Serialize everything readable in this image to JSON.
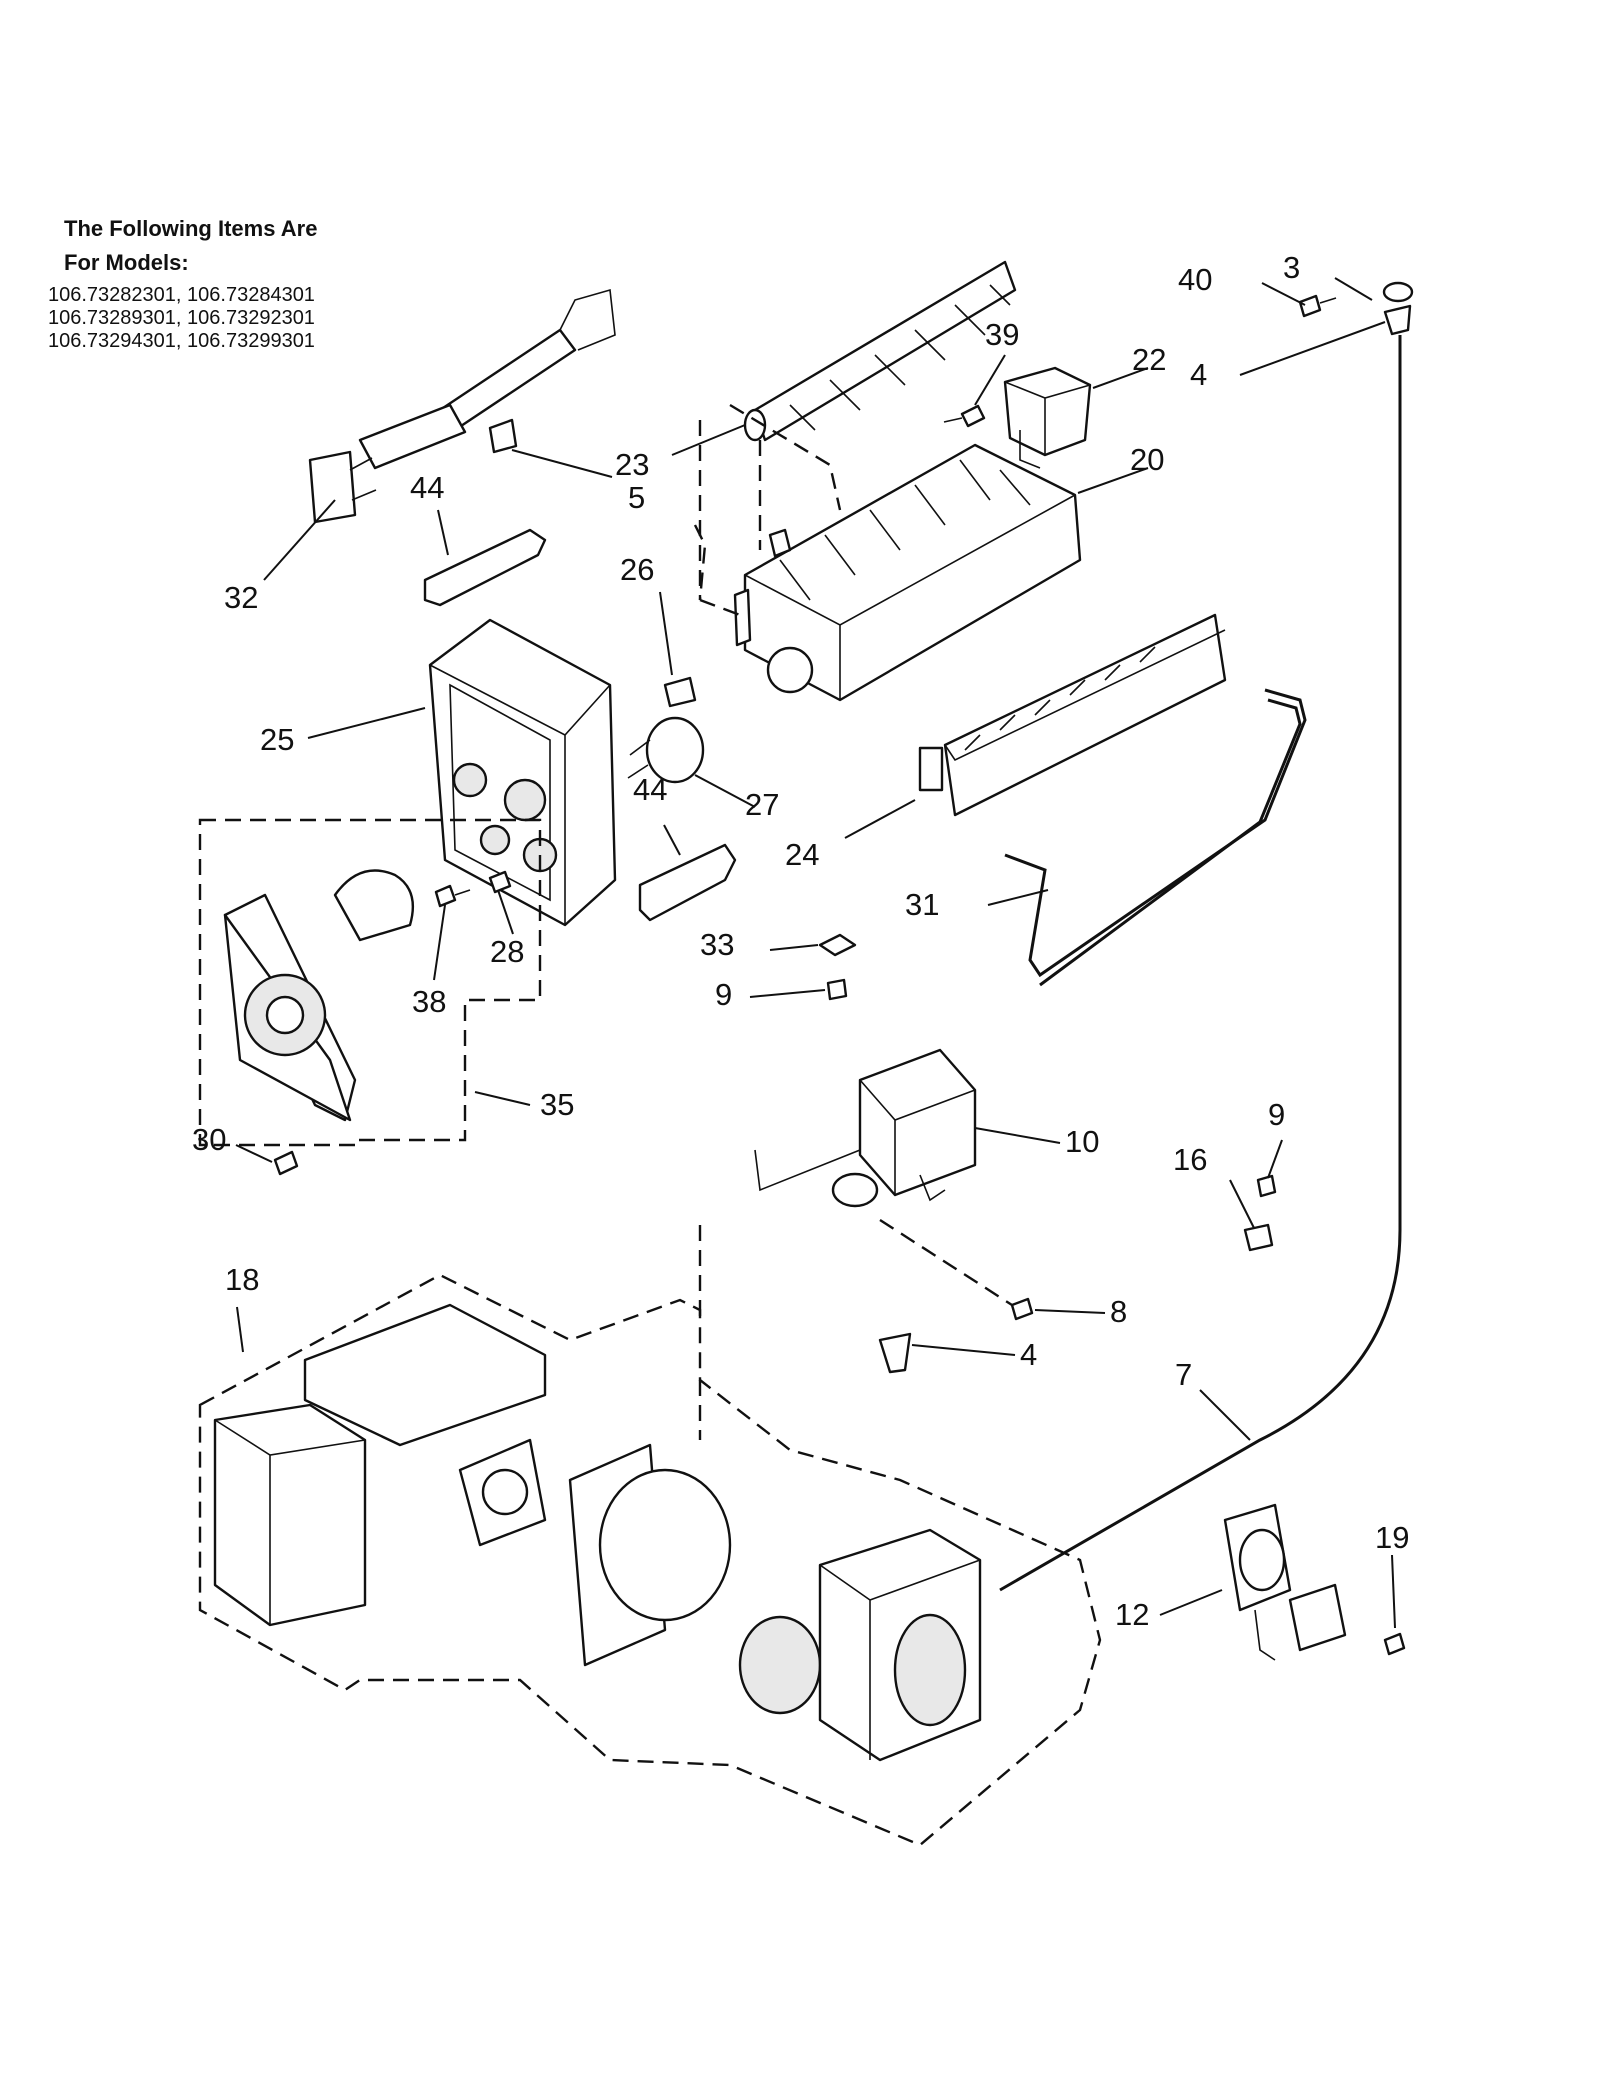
{
  "header": {
    "line1": "The Following Items Are",
    "line2": "For Models:"
  },
  "models": [
    "106.73282301, 106.73284301",
    "106.73289301, 106.73292301",
    "106.73294301, 106.73299301"
  ],
  "callouts": [
    {
      "id": "c3",
      "text": "3"
    },
    {
      "id": "c40",
      "text": "40"
    },
    {
      "id": "c4a",
      "text": "4"
    },
    {
      "id": "c39",
      "text": "39"
    },
    {
      "id": "c22",
      "text": "22"
    },
    {
      "id": "c23",
      "text": "23"
    },
    {
      "id": "c5",
      "text": "5"
    },
    {
      "id": "c20",
      "text": "20"
    },
    {
      "id": "c44a",
      "text": "44"
    },
    {
      "id": "c32",
      "text": "32"
    },
    {
      "id": "c26",
      "text": "26"
    },
    {
      "id": "c25",
      "text": "25"
    },
    {
      "id": "c27",
      "text": "27"
    },
    {
      "id": "c44b",
      "text": "44"
    },
    {
      "id": "c24",
      "text": "24"
    },
    {
      "id": "c31",
      "text": "31"
    },
    {
      "id": "c28",
      "text": "28"
    },
    {
      "id": "c38",
      "text": "38"
    },
    {
      "id": "c33",
      "text": "33"
    },
    {
      "id": "c9a",
      "text": "9"
    },
    {
      "id": "c35",
      "text": "35"
    },
    {
      "id": "c30",
      "text": "30"
    },
    {
      "id": "c10",
      "text": "10"
    },
    {
      "id": "c9b",
      "text": "9"
    },
    {
      "id": "c16",
      "text": "16"
    },
    {
      "id": "c8",
      "text": "8"
    },
    {
      "id": "c18",
      "text": "18"
    },
    {
      "id": "c4b",
      "text": "4"
    },
    {
      "id": "c7",
      "text": "7"
    },
    {
      "id": "c19",
      "text": "19"
    },
    {
      "id": "c12",
      "text": "12"
    }
  ]
}
